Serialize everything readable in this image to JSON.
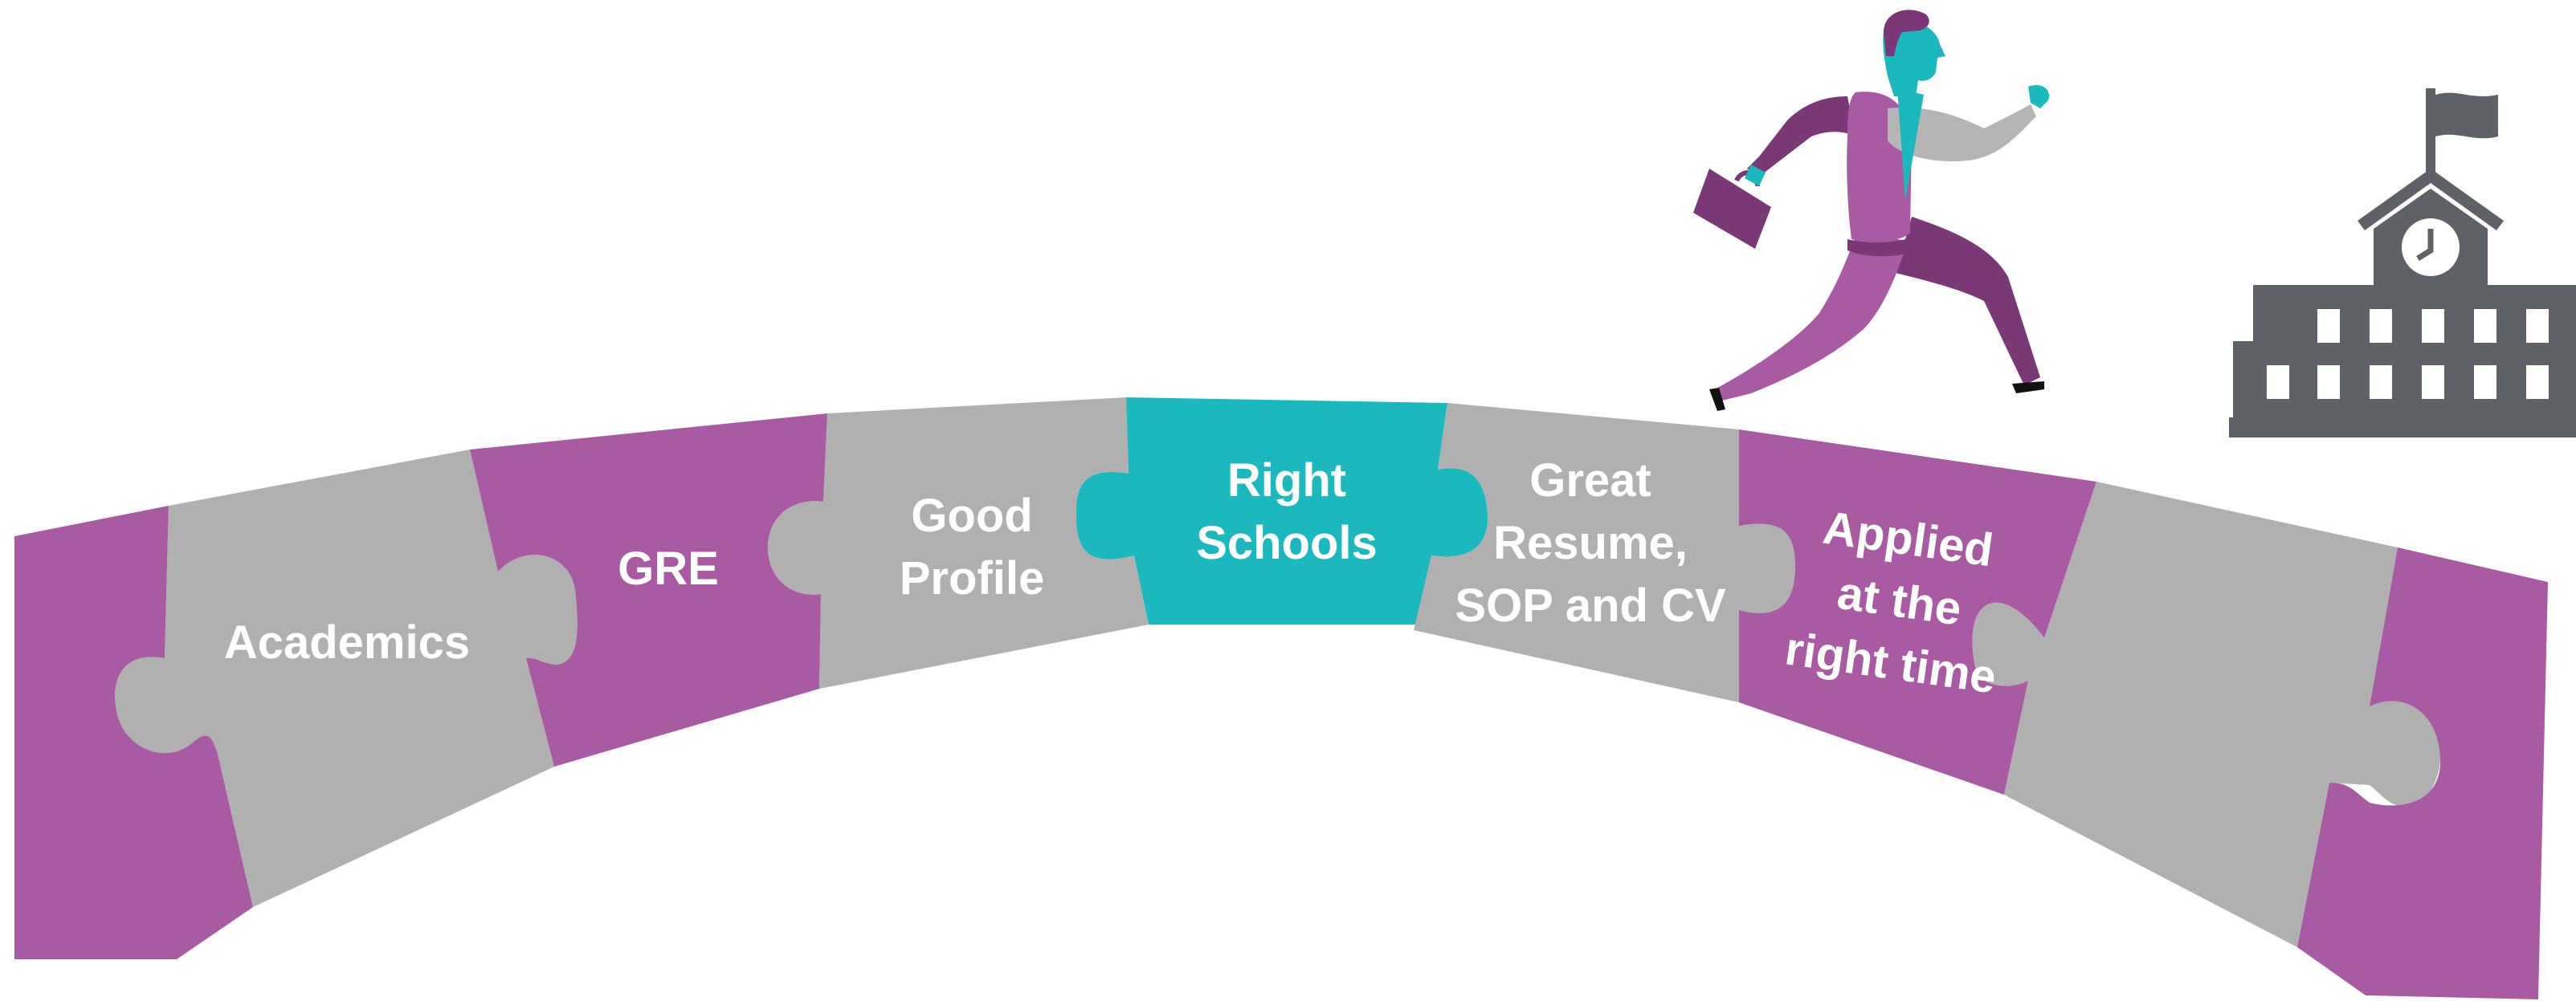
{
  "colors": {
    "purple": "#A85BA2",
    "gray": "#B0B0B0",
    "teal": "#1BB9BE",
    "building": "#5E6166",
    "person_dark": "#7A3877",
    "person_skin": "#1BB9BE",
    "person_sleeve": "#B5B5B5",
    "label": "#FFFFFF"
  },
  "pieces": [
    {
      "name": "end-left",
      "color": "purple",
      "lines": []
    },
    {
      "name": "academics",
      "color": "gray",
      "lines": [
        "Academics"
      ]
    },
    {
      "name": "gre",
      "color": "purple",
      "lines": [
        "GRE"
      ]
    },
    {
      "name": "good-profile",
      "color": "gray",
      "lines": [
        "Good",
        "Profile"
      ]
    },
    {
      "name": "right-schools",
      "color": "teal",
      "lines": [
        "Right",
        "Schools"
      ]
    },
    {
      "name": "great-resume",
      "color": "gray",
      "lines": [
        "Great",
        "Resume,",
        "SOP and CV"
      ]
    },
    {
      "name": "applied",
      "color": "purple",
      "lines": [
        "Applied",
        "at the",
        "right time"
      ]
    },
    {
      "name": "blank-gray",
      "color": "gray",
      "lines": []
    },
    {
      "name": "end-right",
      "color": "purple",
      "lines": []
    }
  ],
  "icons": {
    "runner": "running-businessman-icon",
    "briefcase": "briefcase-icon",
    "school": "school-building-icon",
    "clock": "clock-icon",
    "flag": "flag-icon"
  }
}
